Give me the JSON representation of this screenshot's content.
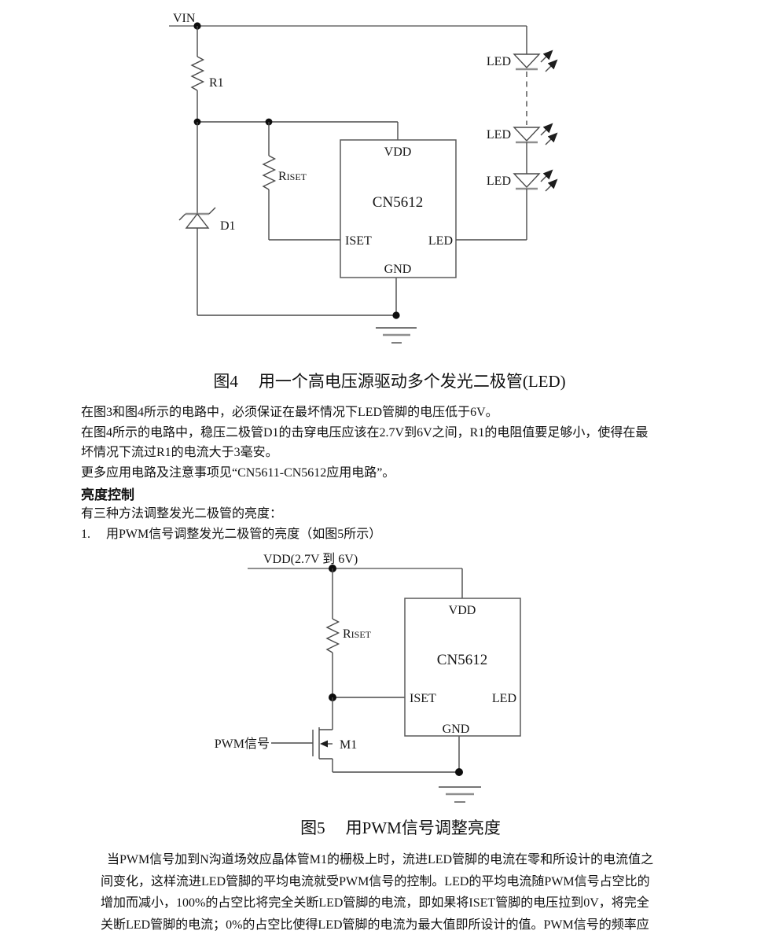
{
  "figure4": {
    "caption_num": "图4",
    "caption_title": "用一个高电压源驱动多个发光二极管(LED)",
    "labels": {
      "vin": "VIN",
      "r1": "R1",
      "riset_r": "R",
      "riset_sub": "ISET",
      "d1": "D1",
      "led1": "LED",
      "led2": "LED",
      "led3": "LED"
    },
    "chip": {
      "name": "CN5612",
      "pin_vdd": "VDD",
      "pin_iset": "ISET",
      "pin_led": "LED",
      "pin_gnd": "GND"
    }
  },
  "paragraph1": {
    "lines": [
      "在图3和图4所示的电路中，必须保证在最坏情况下LED管脚的电压低于6V。",
      "在图4所示的电路中，稳压二极管D1的击穿电压应该在2.7V到6V之间，R1的电阻值要足够小，使得在最",
      "坏情况下流过R1的电流大于3毫安。",
      "更多应用电路及注意事项见“CN5611-CN5612应用电路”。"
    ]
  },
  "brightness": {
    "heading": "亮度控制",
    "intro": "有三种方法调整发光二极管的亮度：",
    "item1_number": "1.",
    "item1_text": "用PWM信号调整发光二极管的亮度（如图5所示）"
  },
  "figure5": {
    "caption_num": "图5",
    "caption_title": "用PWM信号调整亮度",
    "labels": {
      "vdd_rail": "VDD(2.7V 到 6V)",
      "riset_r": "R",
      "riset_sub": "ISET",
      "pwm": "PWM信号",
      "m1": "M1"
    },
    "chip": {
      "name": "CN5612",
      "pin_vdd": "VDD",
      "pin_iset": "ISET",
      "pin_led": "LED",
      "pin_gnd": "GND"
    }
  },
  "paragraph2": {
    "lines": [
      "当PWM信号加到N沟道场效应晶体管M1的栅极上时，流进LED管脚的电流在零和所设计的电流值之",
      "间变化，这样流进LED管脚的平均电流就受PWM信号的控制。LED的平均电流随PWM信号占空比的",
      "增加而减小，100%的占空比将完全关断LED管脚的电流，即如果将ISET管脚的电压拉到0V，将完全",
      "关断LED管脚的电流；0%的占空比使得LED管脚的电流为最大值即所设计的值。PWM信号的频率应"
    ]
  }
}
